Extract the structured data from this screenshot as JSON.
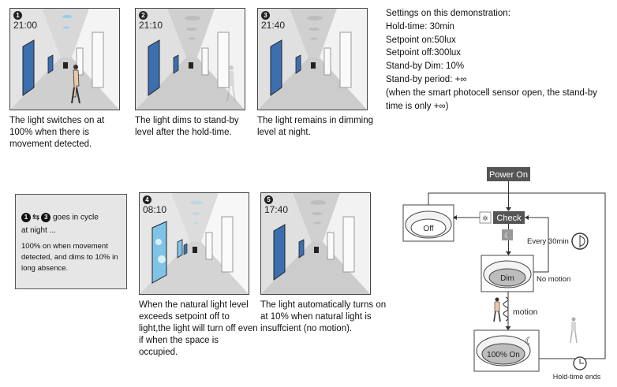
{
  "panels": [
    {
      "num": "1",
      "time": "21:00",
      "caption": "The light switches on at 100% when there is movement detected."
    },
    {
      "num": "2",
      "time": "21:10",
      "caption": "The light dims to stand-by level after the hold-time."
    },
    {
      "num": "3",
      "time": "21:40",
      "caption": "The light remains in dimming level at night."
    },
    {
      "num": "4",
      "time": "08:10",
      "caption": "When the natural light level exceeds setpoint off to light,the light  will turn off even if when the space is occupied."
    },
    {
      "num": "5",
      "time": "17:40",
      "caption": "The light automatically turns on at 10%  when natural light is insuffcient (no motion)."
    }
  ],
  "settings": {
    "heading": "Settings on this demonstration:",
    "hold_time": "Hold-time: 30min",
    "setpoint_on": "Setpoint on:50lux",
    "setpoint_off": "Setpoint off:300lux",
    "standby_dim": "Stand-by Dim: 10%",
    "standby_period": "Stand-by period: +∞",
    "note": "(when the smart photocell sensor open, the stand-by time is only +∞)"
  },
  "cycle": {
    "from": "1",
    "to": "3",
    "text1": "goes in cycle",
    "text2": "at night ...",
    "text3": "100% on when movement detected, and dims to 10% in long absence."
  },
  "flowchart": {
    "power_on": "Power On",
    "check": "Check",
    "off": "Off",
    "dim": "Dim",
    "full_on": "100% On",
    "every": "Every 30min",
    "no_motion": "No motion",
    "motion": "motion",
    "hold_time_ends": "Hold-time ends"
  },
  "colors": {
    "dark_box": "#555555",
    "panel_bg": "#e9e9e9",
    "window_blue": "#3b6fb0",
    "lamp_grey": "#bdbdbd"
  }
}
